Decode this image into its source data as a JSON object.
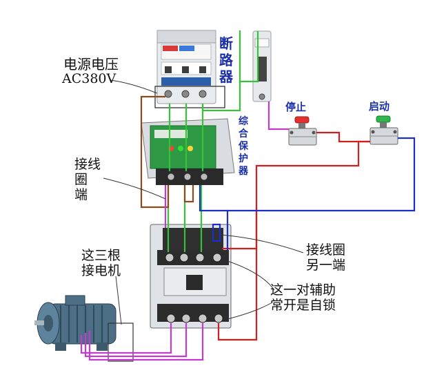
{
  "labels": {
    "power_line1": "电源电压",
    "power_line2": "AC380V",
    "breaker": [
      "断",
      "路",
      "器"
    ],
    "protector": [
      "综",
      "合",
      "保",
      "护",
      "器"
    ],
    "stop": "停止",
    "start": "启动",
    "coil_terminal": [
      "接线",
      "圈",
      "端"
    ],
    "coil_other_end": [
      "接线圈",
      "另一端"
    ],
    "motor_note": [
      "这三根",
      "接电机"
    ],
    "aux_note": [
      "这一对辅助",
      "常开是自锁"
    ]
  },
  "colors": {
    "wire_green": "#35c435",
    "wire_purple": "#c23ad0",
    "wire_red": "#d41e1e",
    "wire_blue": "#1c2ec8",
    "wire_brown": "#8b4a1e",
    "label_blue": "#1a2fa8"
  }
}
